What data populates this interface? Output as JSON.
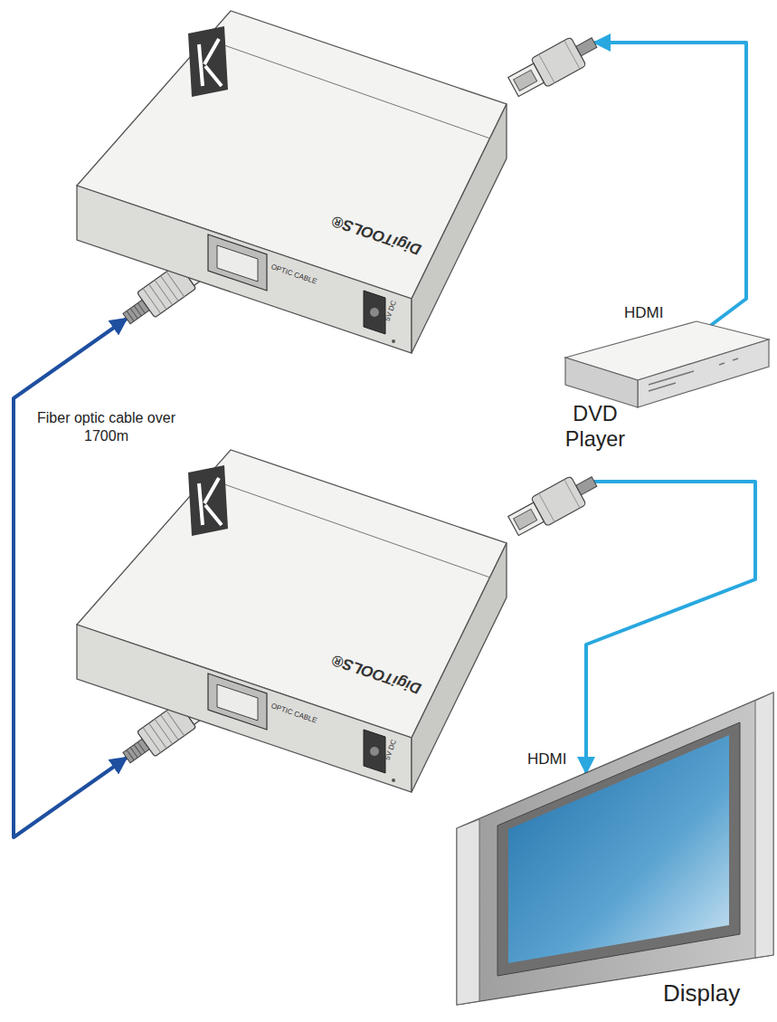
{
  "diagram": {
    "nodes": [
      {
        "text": [
          "DigiTOOLS®"
        ]
      },
      {
        "text": [
          "DVD Player"
        ]
      },
      {
        "text": [
          "DigiTOOLS®"
        ]
      },
      {
        "text": [
          "Display"
        ]
      }
    ],
    "edges": [
      {
        "from": 1,
        "to": 0,
        "arrow": "to",
        "label": "HDMI"
      },
      {
        "from": 0,
        "to": 2,
        "arrow": "both",
        "label": "Fiber optic cable over 1700m"
      },
      {
        "from": 2,
        "to": 3,
        "arrow": "to",
        "label": "HDMI"
      }
    ],
    "labels": [
      "OPTIC CABLE",
      "5V DC",
      "OPTIC CABLE",
      "5V DC"
    ]
  }
}
